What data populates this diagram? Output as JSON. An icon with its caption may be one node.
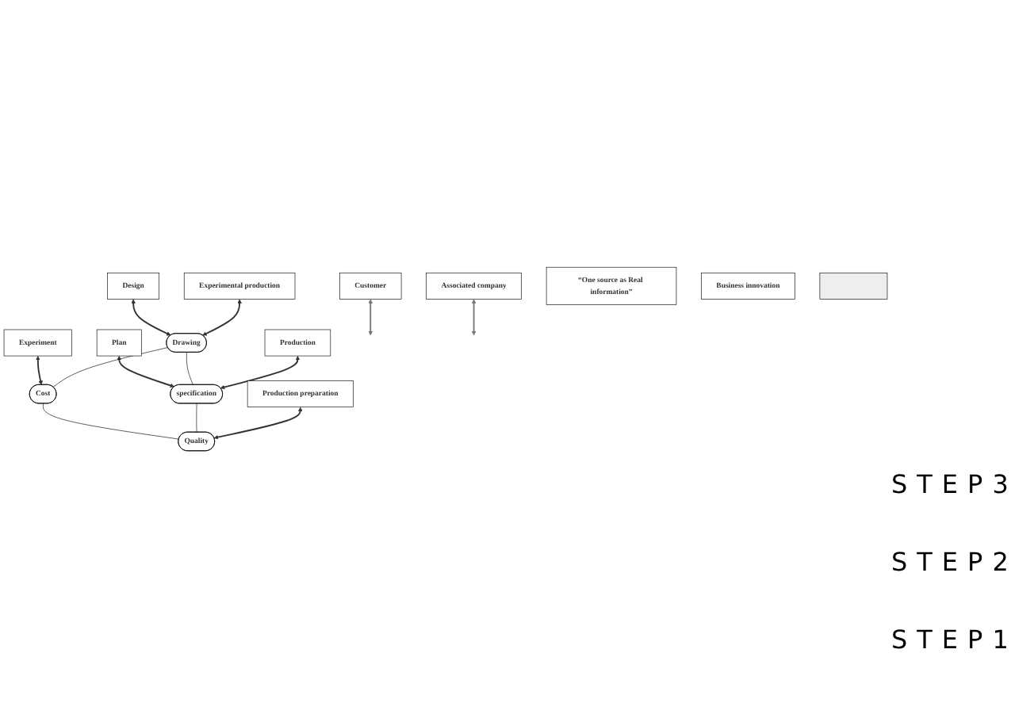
{
  "diagram": {
    "nodes": [
      {
        "text": [
          "Plan"
        ]
      },
      {
        "text": [
          "Design"
        ]
      },
      {
        "text": [
          "Experimental production"
        ]
      },
      {
        "text": [
          "Experiment"
        ]
      },
      {
        "text": [
          "Customer"
        ]
      },
      {
        "text": [
          "Associated company"
        ]
      },
      {
        "text": [
          "Drawing"
        ]
      },
      {
        "text": [
          "specification"
        ]
      },
      {
        "text": [
          "Cost"
        ]
      },
      {
        "text": [
          "Quality"
        ]
      },
      {
        "text": [
          "Production"
        ]
      },
      {
        "text": [
          "“One source as Real information”"
        ]
      },
      {
        "text": [
          "Production preparation"
        ]
      },
      {
        "text": [
          "Business innovation"
        ]
      },
      {
        "text": [],
        "shape": "bar"
      }
    ],
    "edges": [
      {
        "from": 0,
        "to": 7,
        "arrow": "both"
      },
      {
        "from": 1,
        "to": 6,
        "arrow": "both"
      },
      {
        "from": 2,
        "to": 6,
        "arrow": "both"
      },
      {
        "from": 3,
        "to": 8,
        "arrow": "both"
      },
      {
        "from": 4,
        "to": null,
        "arrow": "both",
        "color": "#777777"
      },
      {
        "from": 5,
        "to": null,
        "arrow": "both",
        "color": "#777777"
      },
      {
        "from": 6,
        "to": 7,
        "arrow": "none"
      },
      {
        "from": 6,
        "to": 8,
        "arrow": "none"
      },
      {
        "from": 8,
        "to": 9,
        "arrow": "none"
      },
      {
        "from": 7,
        "to": 9,
        "arrow": "none"
      },
      {
        "from": 10,
        "to": 7,
        "arrow": "both"
      },
      {
        "from": 12,
        "to": 9,
        "arrow": "both"
      }
    ],
    "labels": [
      "STEP3",
      "STEP2",
      "STEP1"
    ]
  }
}
